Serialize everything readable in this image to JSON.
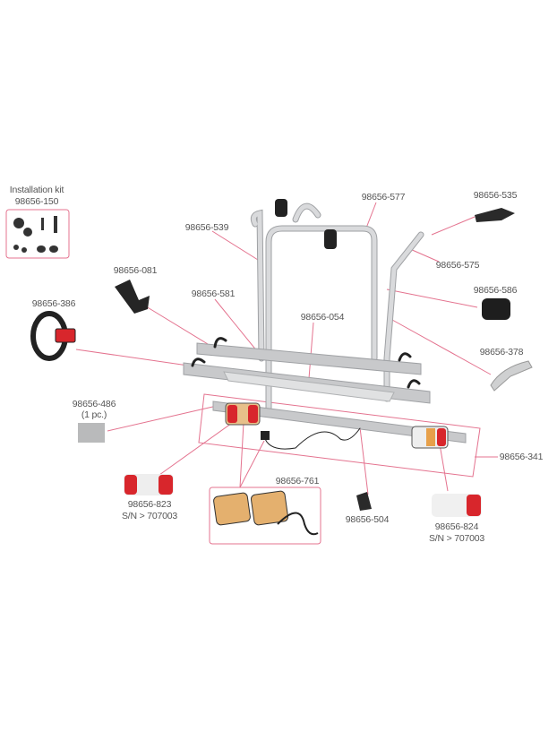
{
  "colors": {
    "leader_line": "#e4738f",
    "frame": "#c9cacc",
    "part_dark": "#2a2a2a",
    "accent_red": "#d8262c"
  },
  "installation_kit": {
    "title": "Installation kit",
    "part": "98656-150"
  },
  "labels": {
    "p539": "98656-539",
    "p577": "98656-577",
    "p535": "98656-535",
    "p575": "98656-575",
    "p081": "98656-081",
    "p581": "98656-581",
    "p586": "98656-586",
    "p386": "98656-386",
    "p054": "98656-054",
    "p378": "98656-378",
    "p486": "98656-486",
    "p486_note": "(1 pc.)",
    "p341": "98656-341",
    "p761": "98656-761",
    "p823": "98656-823",
    "p823_note": "S/N > 707003",
    "p504": "98656-504",
    "p824": "98656-824",
    "p824_note": "S/N > 707003"
  }
}
